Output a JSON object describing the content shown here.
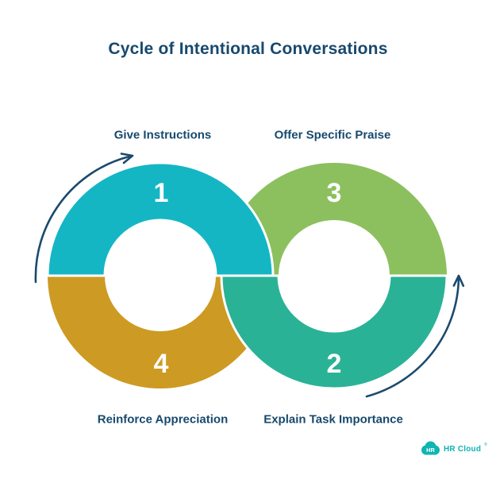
{
  "title": "Cycle of Intentional Conversations",
  "colors": {
    "step1_teal": "#14b6c4",
    "step2_emerald": "#2ab296",
    "step3_green": "#8cc05e",
    "step4_gold": "#cd9a23",
    "arrow_navy": "#1b4a6e",
    "text_navy": "#17496d",
    "number_white": "#ffffff",
    "seam_white": "#ffffff",
    "logo_teal": "#0fb5b2"
  },
  "steps": [
    {
      "number": "1",
      "label": "Give Instructions"
    },
    {
      "number": "2",
      "label": "Explain Task Importance"
    },
    {
      "number": "3",
      "label": "Offer Specific Praise"
    },
    {
      "number": "4",
      "label": "Reinforce Appreciation"
    }
  ],
  "logo": {
    "badge": "HR",
    "name": "HR Cloud",
    "mark": "®"
  }
}
